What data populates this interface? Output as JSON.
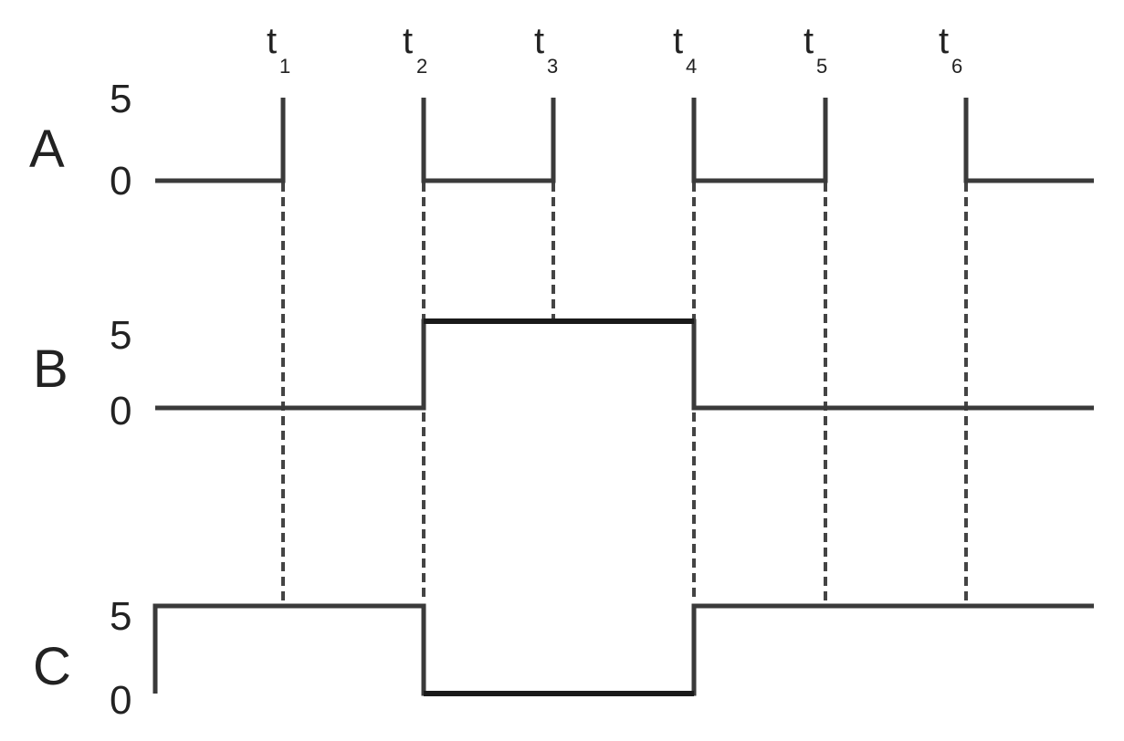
{
  "signals": [
    {
      "name": "A",
      "high_label": "5",
      "low_label": "0"
    },
    {
      "name": "B",
      "high_label": "5",
      "low_label": "0"
    },
    {
      "name": "C",
      "high_label": "5",
      "low_label": "0"
    }
  ],
  "time_markers": [
    {
      "label": "t",
      "subscript": "1"
    },
    {
      "label": "t",
      "subscript": "2"
    },
    {
      "label": "t",
      "subscript": "3"
    },
    {
      "label": "t",
      "subscript": "4"
    },
    {
      "label": "t",
      "subscript": "5"
    },
    {
      "label": "t",
      "subscript": "6"
    }
  ]
}
